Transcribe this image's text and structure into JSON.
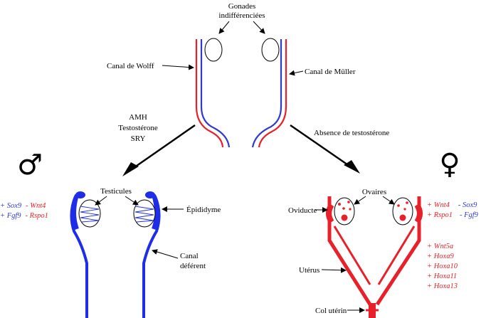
{
  "labels": {
    "gonades_line1": "Gonades",
    "gonades_line2": "indifférenciées",
    "canal_wolff": "Canal de Wolff",
    "canal_muller": "Canal de Müller",
    "amh": "AMH",
    "testosterone": "Testostérone",
    "sry": "SRY",
    "absence": "Absence de testostérone",
    "testicules": "Testicules",
    "epididyme": "Épididyme",
    "canal_def_1": "Canal",
    "canal_def_2": "déférent",
    "ovaires": "Ovaires",
    "oviducte": "Oviducte",
    "uterus": "Utérus",
    "col": "Col utérin"
  },
  "symbols": {
    "male": "♂",
    "female": "♀"
  },
  "male_genes": {
    "row1_plus": "+ Sox9",
    "row1_minus": "- Wnt4",
    "row2_plus": "+ Fgf9",
    "row2_minus": "- Rspo1"
  },
  "female_genes": {
    "row1_plus": "+ Wnt4",
    "row1_minus": "- Sox9",
    "row2_plus": "+ Rspo1",
    "row2_minus": "- Fgf9",
    "hox": [
      "+ Wnt5a",
      "+ Hoxa9",
      "+ Hoxa10",
      "+ Hoxa11",
      "+ Hoxa13"
    ]
  },
  "colors": {
    "wolff": "#2f3ad0",
    "muller": "#e8202a"
  }
}
